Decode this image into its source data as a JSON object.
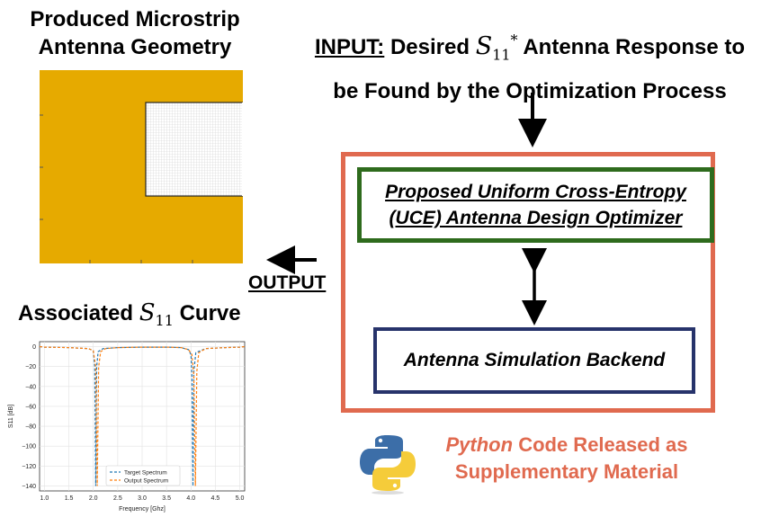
{
  "geometry_panel": {
    "title_line1": "Produced Microstrip",
    "title_line2": "Antenna Geometry",
    "patch_color": "#e6aa00"
  },
  "input": {
    "prefix": "INPUT:",
    "text_a": "Desired",
    "symbol": "S",
    "symbol_sub": "11",
    "symbol_sup": "*",
    "text_b": "Antenna Response to",
    "line2": "be Found by the Optimization Process"
  },
  "optimizer": {
    "line1": "Proposed Uniform Cross-Entropy",
    "line2": "(UCE) Antenna Design Optimizer",
    "border_color": "#2e6b1d"
  },
  "backend": {
    "label": "Antenna Simulation Backend",
    "border_color": "#27336b"
  },
  "outer_box_color": "#e06a4f",
  "output_label": "OUTPUT",
  "s11_title": {
    "prefix": "Associated",
    "symbol": "S",
    "symbol_sub": "11",
    "suffix": "Curve"
  },
  "python": {
    "lang": "Python",
    "line1_rest": "Code Released as",
    "line2": "Supplementary Material",
    "color": "#e06a4f"
  },
  "chart_data": {
    "type": "line",
    "xlabel": "Frequency [Ghz]",
    "ylabel": "S11 [dB]",
    "xlim": [
      0.9,
      5.1
    ],
    "ylim": [
      -145,
      5
    ],
    "xticks": [
      1.0,
      1.5,
      2.0,
      2.5,
      3.0,
      3.5,
      4.0,
      4.5,
      5.0
    ],
    "xtick_labels": [
      "1.0",
      "1.5",
      "2.0",
      "2.5",
      "3.0",
      "3.5",
      "4.0",
      "4.5",
      "5.0"
    ],
    "yticks": [
      0,
      -20,
      -40,
      -60,
      -80,
      -100,
      -120,
      -140
    ],
    "ytick_labels": [
      "0",
      "−20",
      "−40",
      "−60",
      "−80",
      "−100",
      "−120",
      "−140"
    ],
    "grid": true,
    "legend_position": "lower-left",
    "series": [
      {
        "name": "Target Spectrum",
        "color": "#1f77b4",
        "dash": "dashed",
        "x": [
          0.9,
          1.0,
          1.5,
          1.9,
          2.0,
          2.03,
          2.05,
          2.07,
          2.1,
          2.2,
          2.5,
          3.0,
          3.5,
          3.8,
          3.95,
          4.0,
          4.02,
          4.04,
          4.06,
          4.1,
          4.3,
          4.7,
          5.0,
          5.1
        ],
        "y": [
          0,
          -0.5,
          -1,
          -2,
          -4,
          -20,
          -140,
          -20,
          -5,
          -2,
          -1,
          -0.5,
          -0.5,
          -1,
          -3,
          -8,
          -30,
          -140,
          -25,
          -6,
          -2,
          -1,
          -0.5,
          0
        ]
      },
      {
        "name": "Output Spectrum",
        "color": "#ff7f0e",
        "dash": "dashed",
        "x": [
          0.9,
          1.0,
          1.5,
          1.9,
          2.0,
          2.05,
          2.08,
          2.11,
          2.15,
          2.25,
          2.5,
          3.0,
          3.5,
          3.8,
          3.95,
          4.02,
          4.06,
          4.09,
          4.12,
          4.16,
          4.3,
          4.7,
          5.0,
          5.1
        ],
        "y": [
          0,
          -0.5,
          -1,
          -2,
          -4,
          -20,
          -140,
          -20,
          -5,
          -2,
          -1,
          -0.5,
          -0.5,
          -1,
          -3,
          -8,
          -30,
          -140,
          -25,
          -6,
          -2,
          -1,
          -0.5,
          0
        ]
      }
    ]
  }
}
